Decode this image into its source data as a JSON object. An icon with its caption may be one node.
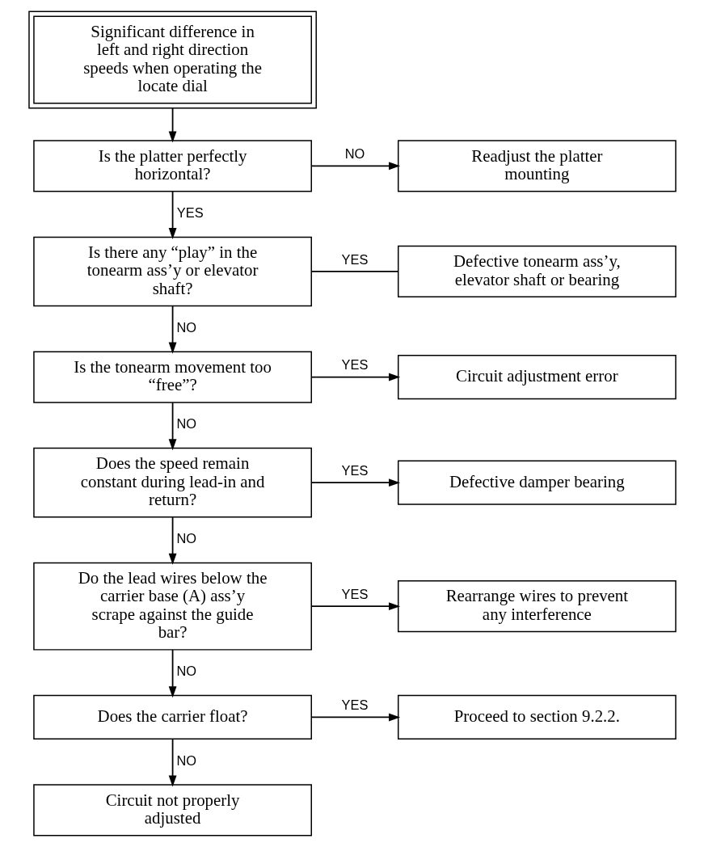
{
  "diagram": {
    "nodes": [
      {
        "text": [
          "Significant difference in left and right direction speeds when operating the locate dial"
        ]
      },
      {
        "text": [
          "Is the platter perfectly horizontal?"
        ]
      },
      {
        "text": [
          "Readjust the platter mounting"
        ]
      },
      {
        "text": [
          "Is there any “play” in the tonearm ass’y or elevator shaft?"
        ]
      },
      {
        "text": [
          "Defective tonearm ass’y, elevator shaft or bearing"
        ]
      },
      {
        "text": [
          "Is the tonearm movement too “free”?"
        ]
      },
      {
        "text": [
          "Circuit adjustment error"
        ]
      },
      {
        "text": [
          "Does the speed remain constant during lead-in and return?"
        ]
      },
      {
        "text": [
          "Defective damper bearing"
        ]
      },
      {
        "text": [
          "Do the lead wires below the carrier base (A) ass’y scrape against the guide bar?"
        ]
      },
      {
        "text": [
          "Rearrange wires to prevent any interference"
        ]
      },
      {
        "text": [
          "Does the carrier float?"
        ]
      },
      {
        "text": [
          "Proceed to section 9.2.2."
        ]
      },
      {
        "text": [
          "Circuit not properly adjusted"
        ]
      }
    ],
    "edges": [
      {
        "from": 0,
        "to": 1,
        "arrow": "to"
      },
      {
        "from": 1,
        "to": 2,
        "arrow": "to",
        "label": "NO"
      },
      {
        "from": 1,
        "to": 3,
        "arrow": "to",
        "label": "YES"
      },
      {
        "from": 3,
        "to": 4,
        "arrow": "none",
        "label": "YES"
      },
      {
        "from": 3,
        "to": 5,
        "arrow": "to",
        "label": "NO"
      },
      {
        "from": 5,
        "to": 6,
        "arrow": "to",
        "label": "YES"
      },
      {
        "from": 5,
        "to": 7,
        "arrow": "to",
        "label": "NO"
      },
      {
        "from": 7,
        "to": 8,
        "arrow": "to",
        "label": "YES"
      },
      {
        "from": 7,
        "to": 9,
        "arrow": "to",
        "label": "NO"
      },
      {
        "from": 9,
        "to": 10,
        "arrow": "to",
        "label": "YES"
      },
      {
        "from": 9,
        "to": 11,
        "arrow": "to",
        "label": "NO"
      },
      {
        "from": 11,
        "to": 12,
        "arrow": "to",
        "label": "YES"
      },
      {
        "from": 11,
        "to": 13,
        "arrow": "to",
        "label": "NO"
      }
    ]
  }
}
